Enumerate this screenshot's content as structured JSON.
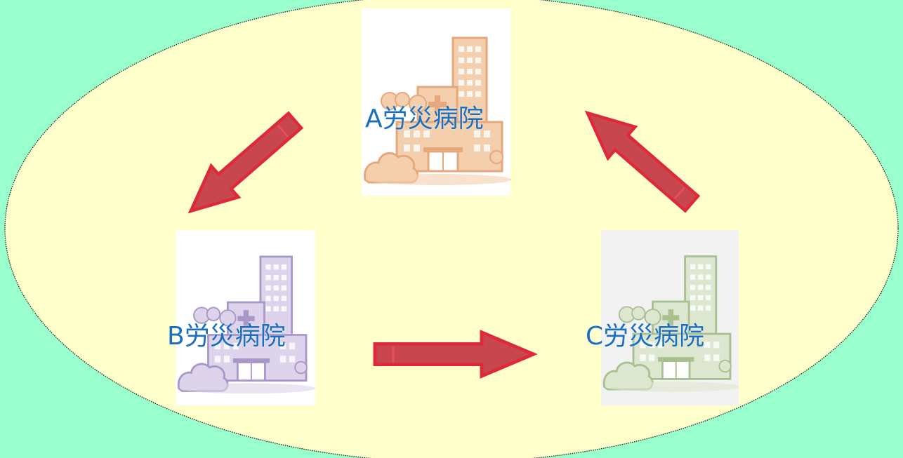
{
  "colors": {
    "background": "#99ffcc",
    "ellipse_fill": "#ffffcc",
    "label": "#1a6fc0",
    "arrow": "#c8474f",
    "arrow_edge": "#e0283c",
    "hospital_a": "#e6a87a",
    "hospital_b": "#a898c8",
    "hospital_c": "#a8c090"
  },
  "hospitals": [
    {
      "id": "a",
      "label": "A労災病院",
      "tint": "orange"
    },
    {
      "id": "b",
      "label": "B労災病院",
      "tint": "purple"
    },
    {
      "id": "c",
      "label": "C労災病院",
      "tint": "green"
    }
  ],
  "arrows": [
    {
      "from": "A",
      "to": "B",
      "icon": "red-arrow-icon"
    },
    {
      "from": "B",
      "to": "C",
      "icon": "red-arrow-icon"
    },
    {
      "from": "C",
      "to": "A",
      "icon": "red-arrow-icon"
    }
  ]
}
